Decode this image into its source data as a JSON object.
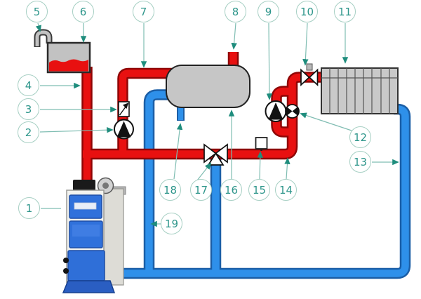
{
  "diagram": {
    "kind": "solid-fuel-boiler-heating-system-schematic",
    "colors": {
      "hot_pipe": "#e81010",
      "hot_pipe_outline": "#8f0606",
      "cold_pipe": "#2e90ea",
      "cold_pipe_outline": "#1b5ea6",
      "tank_gray": "#c6c6c6",
      "callout_stroke": "#a6cfc3",
      "callout_text": "#2e968b",
      "leader_line": "#7fbdb2",
      "boiler_door_blue": "#3071db"
    }
  },
  "callouts": [
    {
      "label": "1",
      "target": "solid-fuel-boiler"
    },
    {
      "label": "2",
      "target": "boiler-circulation-pump"
    },
    {
      "label": "3",
      "target": "check-valve"
    },
    {
      "label": "4",
      "target": "boiler-supply-riser-pipe"
    },
    {
      "label": "5",
      "target": "overflow-spout"
    },
    {
      "label": "6",
      "target": "open-expansion-tank"
    },
    {
      "label": "7",
      "target": "supply-pipe-to-separator"
    },
    {
      "label": "8",
      "target": "separator-top-outlet-pipe"
    },
    {
      "label": "9",
      "target": "radiator-circuit-pump"
    },
    {
      "label": "10",
      "target": "radiator-balancing-valve"
    },
    {
      "label": "11",
      "target": "radiator"
    },
    {
      "label": "12",
      "target": "radiator-circuit-check-valve"
    },
    {
      "label": "13",
      "target": "radiator-return-pipe"
    },
    {
      "label": "14",
      "target": "radiator-circuit-supply-pipe"
    },
    {
      "label": "15",
      "target": "pipe-temperature-sensor"
    },
    {
      "label": "16",
      "target": "hydraulic-separator-tank"
    },
    {
      "label": "17",
      "target": "three-way-mixing-valve"
    },
    {
      "label": "18",
      "target": "separator-bottom-stub"
    },
    {
      "label": "19",
      "target": "separator-return-pipe"
    }
  ]
}
